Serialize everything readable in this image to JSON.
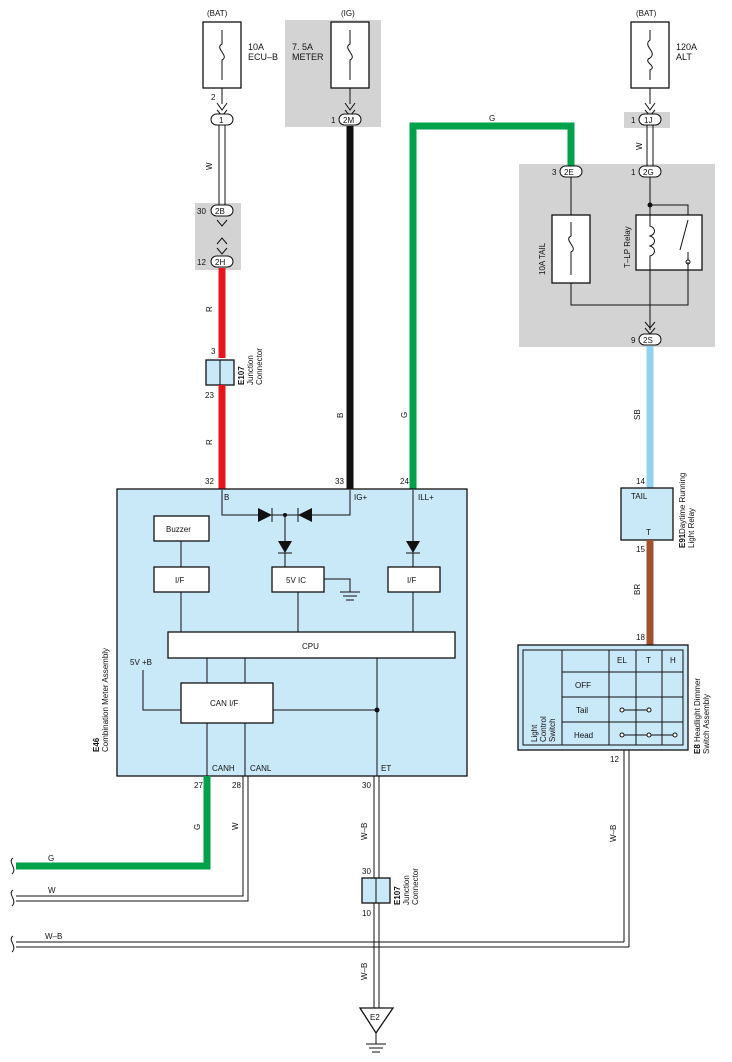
{
  "fuses": {
    "bat_left": {
      "source": "(BAT)",
      "rating": "10A",
      "name": "ECU–B"
    },
    "ig": {
      "source": "(IG)",
      "rating": "7. 5A",
      "name": "METER"
    },
    "bat_right": {
      "source": "(BAT)",
      "rating": "120A",
      "name": "ALT"
    },
    "tail": {
      "name": "10A TAIL"
    }
  },
  "relay": {
    "name": "T–LP Relay"
  },
  "connectors": {
    "c1": "1",
    "c2M": "2M",
    "c1J": "1J",
    "c2E": "2E",
    "c2G": "2G",
    "c2B": "2B",
    "c2H": "2H",
    "c2S": "2S"
  },
  "pins": {
    "p2": "2",
    "p1a": "1",
    "p1b": "1",
    "p1c": "1",
    "p3a": "3",
    "p30a": "30",
    "p12a": "12",
    "p9": "9",
    "p3b": "3",
    "p23": "23",
    "p32": "32",
    "p33": "33",
    "p24": "24",
    "p14": "14",
    "p15": "15",
    "p18": "18",
    "p12b": "12",
    "p27": "27",
    "p28": "28",
    "p30b": "30",
    "p30c": "30",
    "p10": "10"
  },
  "wire_colors": {
    "w1": "W",
    "r1": "R",
    "r2": "R",
    "b1": "B",
    "g1": "G",
    "g2": "G",
    "w2": "W",
    "sb": "SB",
    "br": "BR",
    "wb1": "W–B",
    "wb2": "W–B",
    "wb3": "W–B",
    "g_bottom": "G",
    "w_bottom": "W",
    "wb_bottom": "W–B"
  },
  "junction_top": {
    "id": "E107",
    "name": "Junction",
    "name2": "Connector"
  },
  "junction_bottom": {
    "id": "E107",
    "name": "Junction",
    "name2": "Connector"
  },
  "meter": {
    "id": "E46",
    "name": "Combination Meter Assembly",
    "term_b": "B",
    "term_ig": "IG+",
    "term_ill": "ILL+",
    "buzzer": "Buzzer",
    "if1": "I/F",
    "vic": "5V IC",
    "if2": "I/F",
    "cpu": "CPU",
    "can_if": "CAN I/F",
    "v5b": "5V +B",
    "canh": "CANH",
    "canl": "CANL",
    "et": "ET"
  },
  "drl_relay": {
    "id": "E91",
    "name": "Daytime Running",
    "name2": "Light Relay",
    "tail": "TAIL",
    "t": "T"
  },
  "dimmer": {
    "id": "E8",
    "name": "Headlight Dimmer",
    "name2": "Switch Assembly",
    "switch1": "Light",
    "switch2": "Control",
    "switch3": "Switch",
    "col_el": "EL",
    "col_t": "T",
    "col_h": "H",
    "row_off": "OFF",
    "row_tail": "Tail",
    "row_head": "Head"
  },
  "ground": {
    "name": "E2"
  },
  "colors": {
    "red": "#e8141c",
    "green": "#00a14b",
    "black": "#111111",
    "skyblue": "#8fd3f0",
    "brown": "#a0522d",
    "grey": "#d3d3d3",
    "lightblue": "#c9e8f8"
  }
}
